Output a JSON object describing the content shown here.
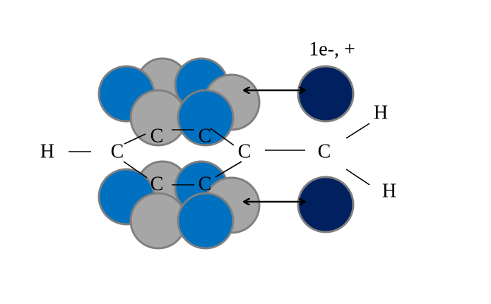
{
  "colors": {
    "metal_blue": "#0070c0",
    "metal_gray": "#a6a6a6",
    "electron_donor": "#002060",
    "outline": "#7f7f7f"
  },
  "annotation": "1e-, +",
  "atoms": {
    "h_left": "H",
    "c_left": "C",
    "c_top_1": "C",
    "c_top_2": "C",
    "c_mid": "C",
    "c_right": "C",
    "h_top_right": "H",
    "h_bottom_right": "H",
    "c_bot_1": "C",
    "c_bot_2": "C"
  }
}
